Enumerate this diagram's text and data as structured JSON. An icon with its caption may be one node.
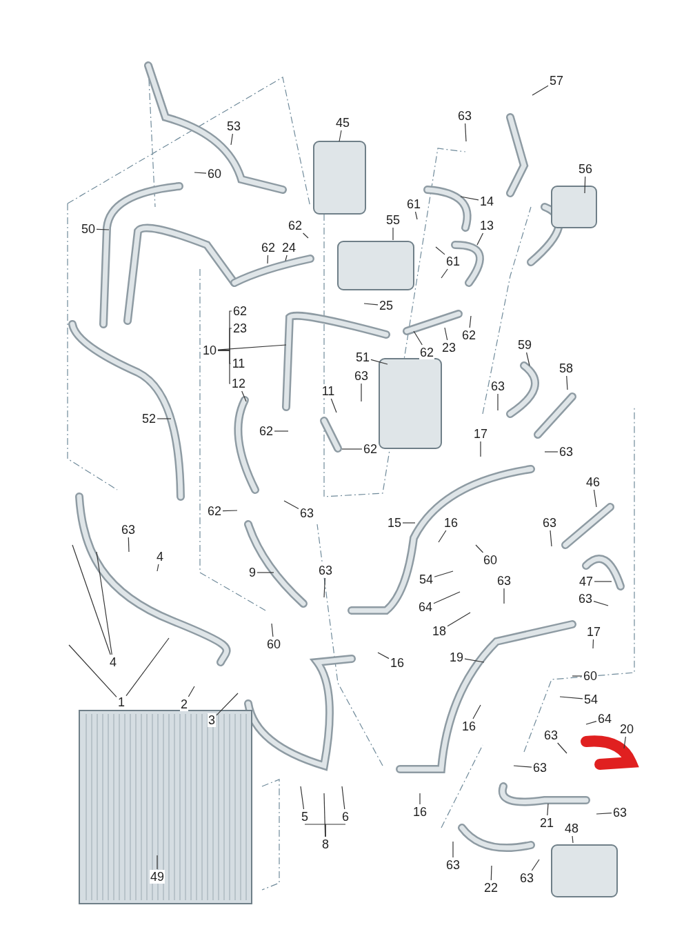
{
  "diagram": {
    "nodes": [
      {
        "text": [
          "57"
        ]
      },
      {
        "text": [
          "63"
        ]
      },
      {
        "text": [
          "45"
        ]
      },
      {
        "text": [
          "53"
        ]
      },
      {
        "text": [
          "56"
        ]
      },
      {
        "text": [
          "60"
        ]
      },
      {
        "text": [
          "14"
        ]
      },
      {
        "text": [
          "61"
        ]
      },
      {
        "text": [
          "55"
        ]
      },
      {
        "text": [
          "50"
        ]
      },
      {
        "text": [
          "62"
        ]
      },
      {
        "text": [
          "13"
        ]
      },
      {
        "text": [
          "62"
        ]
      },
      {
        "text": [
          "24"
        ]
      },
      {
        "text": [
          "61"
        ]
      },
      {
        "text": [
          "25"
        ]
      },
      {
        "text": [
          "62"
        ]
      },
      {
        "text": [
          "23"
        ]
      },
      {
        "text": [
          "62"
        ]
      },
      {
        "text": [
          "10"
        ]
      },
      {
        "text": [
          "51"
        ]
      },
      {
        "text": [
          "59"
        ]
      },
      {
        "text": [
          "58"
        ]
      },
      {
        "text": [
          "63"
        ]
      },
      {
        "text": [
          "12"
        ]
      },
      {
        "text": [
          "11"
        ]
      },
      {
        "text": [
          "63"
        ]
      },
      {
        "text": [
          "52"
        ]
      },
      {
        "text": [
          "62"
        ]
      },
      {
        "text": [
          "17"
        ]
      },
      {
        "text": [
          "62"
        ]
      },
      {
        "text": [
          "63"
        ]
      },
      {
        "text": [
          "46"
        ]
      },
      {
        "text": [
          "62"
        ]
      },
      {
        "text": [
          "63"
        ]
      },
      {
        "text": [
          "15"
        ]
      },
      {
        "text": [
          "16"
        ]
      },
      {
        "text": [
          "63"
        ]
      },
      {
        "text": [
          "63"
        ]
      },
      {
        "text": [
          "60"
        ]
      },
      {
        "text": [
          "4"
        ]
      },
      {
        "text": [
          "9"
        ]
      },
      {
        "text": [
          "63"
        ]
      },
      {
        "text": [
          "54"
        ]
      },
      {
        "text": [
          "63"
        ]
      },
      {
        "text": [
          "47"
        ]
      },
      {
        "text": [
          "63"
        ]
      },
      {
        "text": [
          "64"
        ]
      },
      {
        "text": [
          "18"
        ]
      },
      {
        "text": [
          "17"
        ]
      },
      {
        "text": [
          "60"
        ]
      },
      {
        "text": [
          "19"
        ]
      },
      {
        "text": [
          "4"
        ]
      },
      {
        "text": [
          "16"
        ]
      },
      {
        "text": [
          "60"
        ]
      },
      {
        "text": [
          "54"
        ]
      },
      {
        "text": [
          "1"
        ]
      },
      {
        "text": [
          "2"
        ]
      },
      {
        "text": [
          "16"
        ]
      },
      {
        "text": [
          "64"
        ]
      },
      {
        "text": [
          "3"
        ]
      },
      {
        "text": [
          "20"
        ]
      },
      {
        "text": [
          "63"
        ]
      },
      {
        "text": [
          "63"
        ]
      },
      {
        "text": [
          "5"
        ]
      },
      {
        "text": [
          "6"
        ]
      },
      {
        "text": [
          "16"
        ]
      },
      {
        "text": [
          "63"
        ]
      },
      {
        "text": [
          "21"
        ]
      },
      {
        "text": [
          "48"
        ]
      },
      {
        "text": [
          "8"
        ]
      },
      {
        "text": [
          "63"
        ]
      },
      {
        "text": [
          "49"
        ]
      },
      {
        "text": [
          "63"
        ]
      },
      {
        "text": [
          "22"
        ]
      },
      {
        "text": [
          "62"
        ]
      },
      {
        "text": [
          "23"
        ]
      },
      {
        "text": [
          "11"
        ]
      }
    ],
    "edges": [
      {
        "from": 0,
        "to": null,
        "arrow": "none"
      },
      {
        "from": 1,
        "to": null,
        "arrow": "none"
      },
      {
        "from": 2,
        "to": null,
        "arrow": "none"
      },
      {
        "from": 3,
        "to": null,
        "arrow": "none"
      },
      {
        "from": 4,
        "to": null,
        "arrow": "none"
      },
      {
        "from": 5,
        "to": null,
        "arrow": "none"
      },
      {
        "from": 6,
        "to": null,
        "arrow": "none"
      },
      {
        "from": 7,
        "to": null,
        "arrow": "none"
      },
      {
        "from": 8,
        "to": null,
        "arrow": "none"
      },
      {
        "from": 9,
        "to": null,
        "arrow": "none"
      },
      {
        "from": 10,
        "to": null,
        "arrow": "none"
      },
      {
        "from": 11,
        "to": null,
        "arrow": "none"
      },
      {
        "from": 12,
        "to": null,
        "arrow": "none"
      },
      {
        "from": 13,
        "to": null,
        "arrow": "none"
      },
      {
        "from": 14,
        "to": null,
        "arrow": "none"
      },
      {
        "from": 14,
        "to": null,
        "arrow": "none"
      },
      {
        "from": 15,
        "to": null,
        "arrow": "none"
      },
      {
        "from": 16,
        "to": null,
        "arrow": "none"
      },
      {
        "from": 17,
        "to": null,
        "arrow": "none"
      },
      {
        "from": 18,
        "to": null,
        "arrow": "none"
      },
      {
        "from": 19,
        "to": null,
        "arrow": "none"
      },
      {
        "from": 20,
        "to": null,
        "arrow": "none"
      },
      {
        "from": 21,
        "to": null,
        "arrow": "none"
      },
      {
        "from": 22,
        "to": null,
        "arrow": "none"
      },
      {
        "from": 23,
        "to": null,
        "arrow": "none"
      },
      {
        "from": 24,
        "to": null,
        "arrow": "none"
      },
      {
        "from": 25,
        "to": null,
        "arrow": "none"
      },
      {
        "from": 26,
        "to": null,
        "arrow": "none"
      },
      {
        "from": 27,
        "to": null,
        "arrow": "none"
      },
      {
        "from": 28,
        "to": null,
        "arrow": "none"
      },
      {
        "from": 29,
        "to": null,
        "arrow": "none"
      },
      {
        "from": 30,
        "to": null,
        "arrow": "none"
      },
      {
        "from": 31,
        "to": null,
        "arrow": "none"
      },
      {
        "from": 32,
        "to": null,
        "arrow": "none"
      },
      {
        "from": 33,
        "to": null,
        "arrow": "none"
      },
      {
        "from": 34,
        "to": null,
        "arrow": "none"
      },
      {
        "from": 35,
        "to": null,
        "arrow": "none"
      },
      {
        "from": 36,
        "to": null,
        "arrow": "none"
      },
      {
        "from": 37,
        "to": null,
        "arrow": "none"
      },
      {
        "from": 38,
        "to": null,
        "arrow": "none"
      },
      {
        "from": 39,
        "to": null,
        "arrow": "none"
      },
      {
        "from": 40,
        "to": null,
        "arrow": "none"
      },
      {
        "from": 41,
        "to": null,
        "arrow": "none"
      },
      {
        "from": 42,
        "to": null,
        "arrow": "none"
      },
      {
        "from": 43,
        "to": null,
        "arrow": "none"
      },
      {
        "from": 44,
        "to": null,
        "arrow": "none"
      },
      {
        "from": 45,
        "to": null,
        "arrow": "none"
      },
      {
        "from": 46,
        "to": null,
        "arrow": "none"
      },
      {
        "from": 47,
        "to": null,
        "arrow": "none"
      },
      {
        "from": 48,
        "to": null,
        "arrow": "none"
      },
      {
        "from": 49,
        "to": null,
        "arrow": "none"
      },
      {
        "from": 50,
        "to": null,
        "arrow": "none"
      },
      {
        "from": 51,
        "to": null,
        "arrow": "none"
      },
      {
        "from": 52,
        "to": null,
        "arrow": "none"
      },
      {
        "from": 52,
        "to": null,
        "arrow": "none"
      },
      {
        "from": 53,
        "to": null,
        "arrow": "none"
      },
      {
        "from": 54,
        "to": null,
        "arrow": "none"
      },
      {
        "from": 55,
        "to": null,
        "arrow": "none"
      },
      {
        "from": 56,
        "to": null,
        "arrow": "none"
      },
      {
        "from": 56,
        "to": null,
        "arrow": "none"
      },
      {
        "from": 57,
        "to": null,
        "arrow": "none"
      },
      {
        "from": 58,
        "to": null,
        "arrow": "none"
      },
      {
        "from": 59,
        "to": null,
        "arrow": "none"
      },
      {
        "from": 60,
        "to": null,
        "arrow": "none"
      },
      {
        "from": 61,
        "to": null,
        "arrow": "none"
      },
      {
        "from": 62,
        "to": null,
        "arrow": "none"
      },
      {
        "from": 63,
        "to": null,
        "arrow": "none"
      },
      {
        "from": 64,
        "to": null,
        "arrow": "none"
      },
      {
        "from": 65,
        "to": null,
        "arrow": "none"
      },
      {
        "from": 66,
        "to": null,
        "arrow": "none"
      },
      {
        "from": 67,
        "to": null,
        "arrow": "none"
      },
      {
        "from": 68,
        "to": null,
        "arrow": "none"
      },
      {
        "from": 69,
        "to": null,
        "arrow": "none"
      },
      {
        "from": 70,
        "to": null,
        "arrow": "none"
      },
      {
        "from": 71,
        "to": null,
        "arrow": "none"
      },
      {
        "from": 72,
        "to": null,
        "arrow": "none"
      },
      {
        "from": 73,
        "to": null,
        "arrow": "none"
      },
      {
        "from": 74,
        "to": null,
        "arrow": "none"
      },
      {
        "from": 19,
        "to": 75,
        "arrow": "none"
      },
      {
        "from": 19,
        "to": 76,
        "arrow": "none"
      },
      {
        "from": 19,
        "to": 77,
        "arrow": "none"
      },
      {
        "from": 19,
        "to": 24,
        "arrow": "none"
      },
      {
        "from": 70,
        "to": 64,
        "arrow": "none"
      },
      {
        "from": 70,
        "to": 65,
        "arrow": "none"
      }
    ]
  }
}
